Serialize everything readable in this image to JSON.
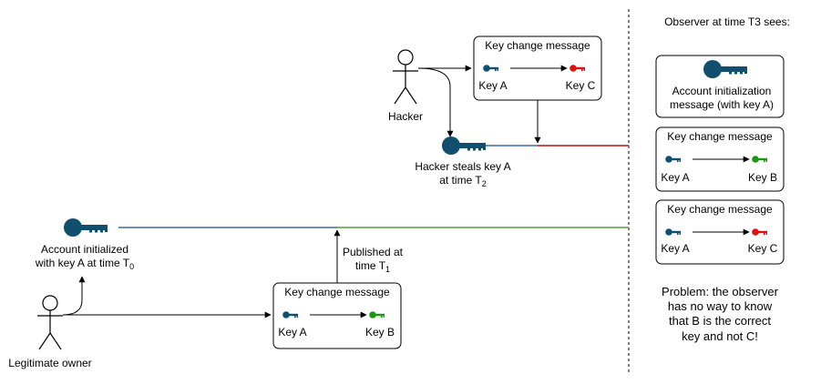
{
  "colors": {
    "key_blue": "#10506e",
    "key_red": "#e01010",
    "key_green": "#1a9a10",
    "line_blue": "#6c8ebf",
    "line_green": "#82b366",
    "line_red": "#d04a4a",
    "stroke": "#000000"
  },
  "icons": {
    "key": "key-icon",
    "person": "stick-figure-icon"
  },
  "observer": {
    "heading": "Observer at time T3 sees:",
    "init_box_line1": "Account initialization",
    "init_box_line2": "message (with key A)",
    "msg1": {
      "title": "Key change message",
      "from": "Key A",
      "to": "Key B"
    },
    "msg2": {
      "title": "Key change message",
      "from": "Key A",
      "to": "Key C"
    },
    "problem": [
      "Problem: the observer",
      "has no way to know",
      "that B is the correct",
      "key and not C!"
    ]
  },
  "hacker": {
    "label": "Hacker",
    "message": {
      "title": "Key change message",
      "from": "Key A",
      "to": "Key C"
    },
    "steal_line1": "Hacker steals key A",
    "steal_line2": "at time T",
    "steal_sub": "2"
  },
  "owner": {
    "label": "Legitimate owner",
    "account_line1": "Account initialized",
    "account_line2": "with key A at time T",
    "account_sub": "0",
    "message": {
      "title": "Key change message",
      "from": "Key A",
      "to": "Key B"
    },
    "published_line1": "Published at",
    "published_line2": "time T",
    "published_sub": "1"
  }
}
